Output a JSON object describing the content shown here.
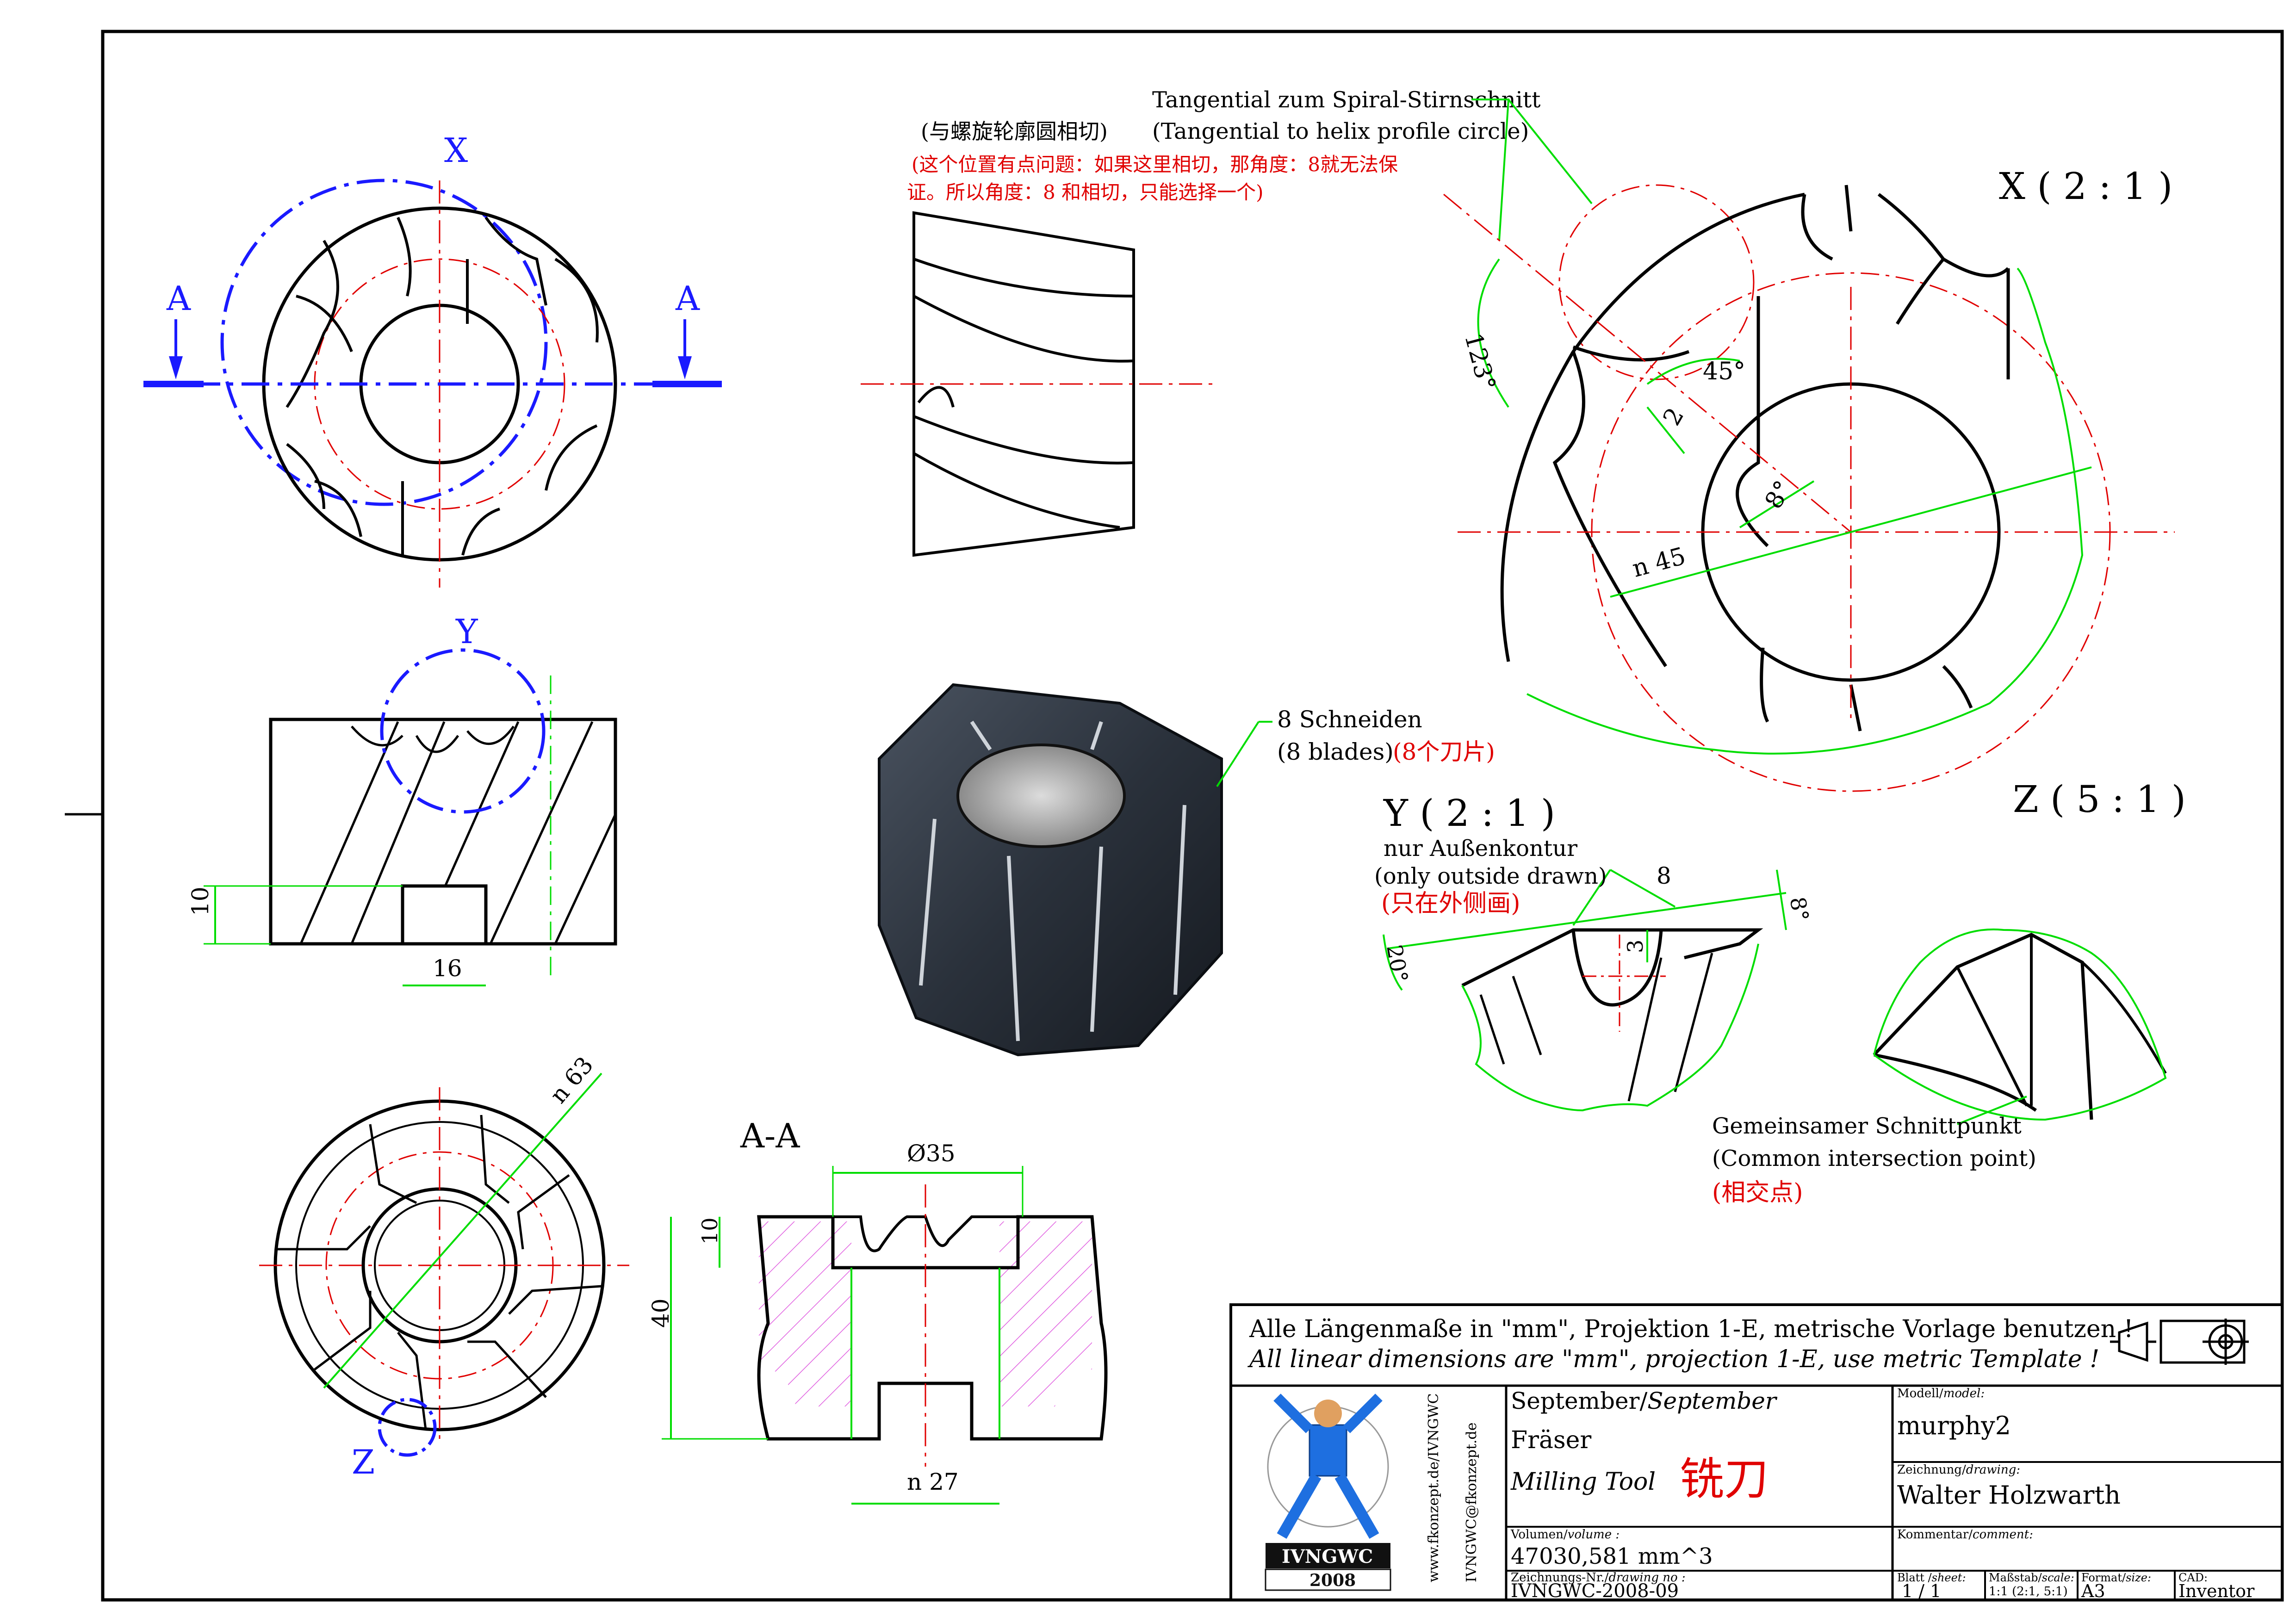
{
  "views": {
    "top": {
      "cut_left": "A",
      "cut_right": "A",
      "detail": "X"
    },
    "front": {
      "detail": "Y",
      "dim_height": "10",
      "dim_width": "16"
    },
    "bottom": {
      "detail": "Z",
      "dim_diameter": "n 63"
    },
    "section": {
      "title": "A-A",
      "dim_bore": "Ø35",
      "dim_top": "10",
      "dim_height": "40",
      "dim_key": "n 27"
    },
    "detail_x": {
      "title": "X ( 2 : 1 )",
      "angle_a": "123°",
      "angle_b": "45°",
      "dim_small": "2",
      "angle_c": "8°",
      "dim_diameter": "n 45"
    },
    "detail_y": {
      "title": "Y ( 2 : 1 )",
      "note_de": "nur Außenkontur",
      "note_en": "(only outside drawn)",
      "note_zh": "(只在外侧画)",
      "dim_eight": "8",
      "dim_three": "3",
      "angle_left": "20°",
      "angle_right": "8°"
    },
    "detail_z": {
      "title": "Z ( 5 : 1 )"
    }
  },
  "notes": {
    "tangent_de": "Tangential zum Spiral-Stirnschnitt",
    "tangent_en": "(Tangential to helix profile circle)",
    "tangent_zh": "(与螺旋轮廓圆相切)",
    "warning_zh_1": "(这个位置有点问题：如果这里相切，那角度：8就无法保",
    "warning_zh_2": "证。所以角度：8 和相切，只能选择一个)",
    "blades_de": "8 Schneiden",
    "blades_en": "(8 blades)",
    "blades_zh": "(8个刀片)",
    "intersect_de": "Gemeinsamer Schnittpunkt",
    "intersect_en": "(Common intersection point)",
    "intersect_zh": "(相交点)"
  },
  "title_block": {
    "header_de": "Alle Längenmaße in \"mm\", Projektion 1-E, metrische Vorlage benutzen !",
    "header_en": "All linear dimensions are \"mm\", projection 1-E, use metric Template !",
    "date_de": "September/",
    "date_en": "September",
    "name_de": "Fräser",
    "name_en": "Milling Tool",
    "name_zh": "铣刀",
    "volume_label_de": "Volumen/",
    "volume_label_en": "volume :",
    "volume_value": "47030,581 mm^3",
    "drawno_label_de": "Zeichnungs-Nr./",
    "drawno_label_en": "drawing no :",
    "drawno_value": "IVNGWC-2008-09",
    "model_label_de": "Modell/",
    "model_label_en": "model:",
    "model_value": "murphy2",
    "drawing_label_de": "Zeichnung/",
    "drawing_label_en": "drawing:",
    "drawing_value": "Walter Holzwarth",
    "comment_label_de": "Kommentar/",
    "comment_label_en": "comment:",
    "sheet_label_de": "Blatt /",
    "sheet_label_en": "sheet:",
    "sheet_value": "1 / 1",
    "scale_label_de": "Maßstab/",
    "scale_label_en": "scale:",
    "scale_value": "1:1 (2:1, 5:1)",
    "format_label_de": "Format/",
    "format_label_en": "size:",
    "format_value": "A3",
    "cad_label": "CAD:",
    "cad_value": "Inventor",
    "url_1": "www.fkonzept.de/IVNGWC",
    "url_2": "IVNGWC@fkonzept.de",
    "logo_text": "IVNGWC",
    "logo_year": "2008"
  }
}
